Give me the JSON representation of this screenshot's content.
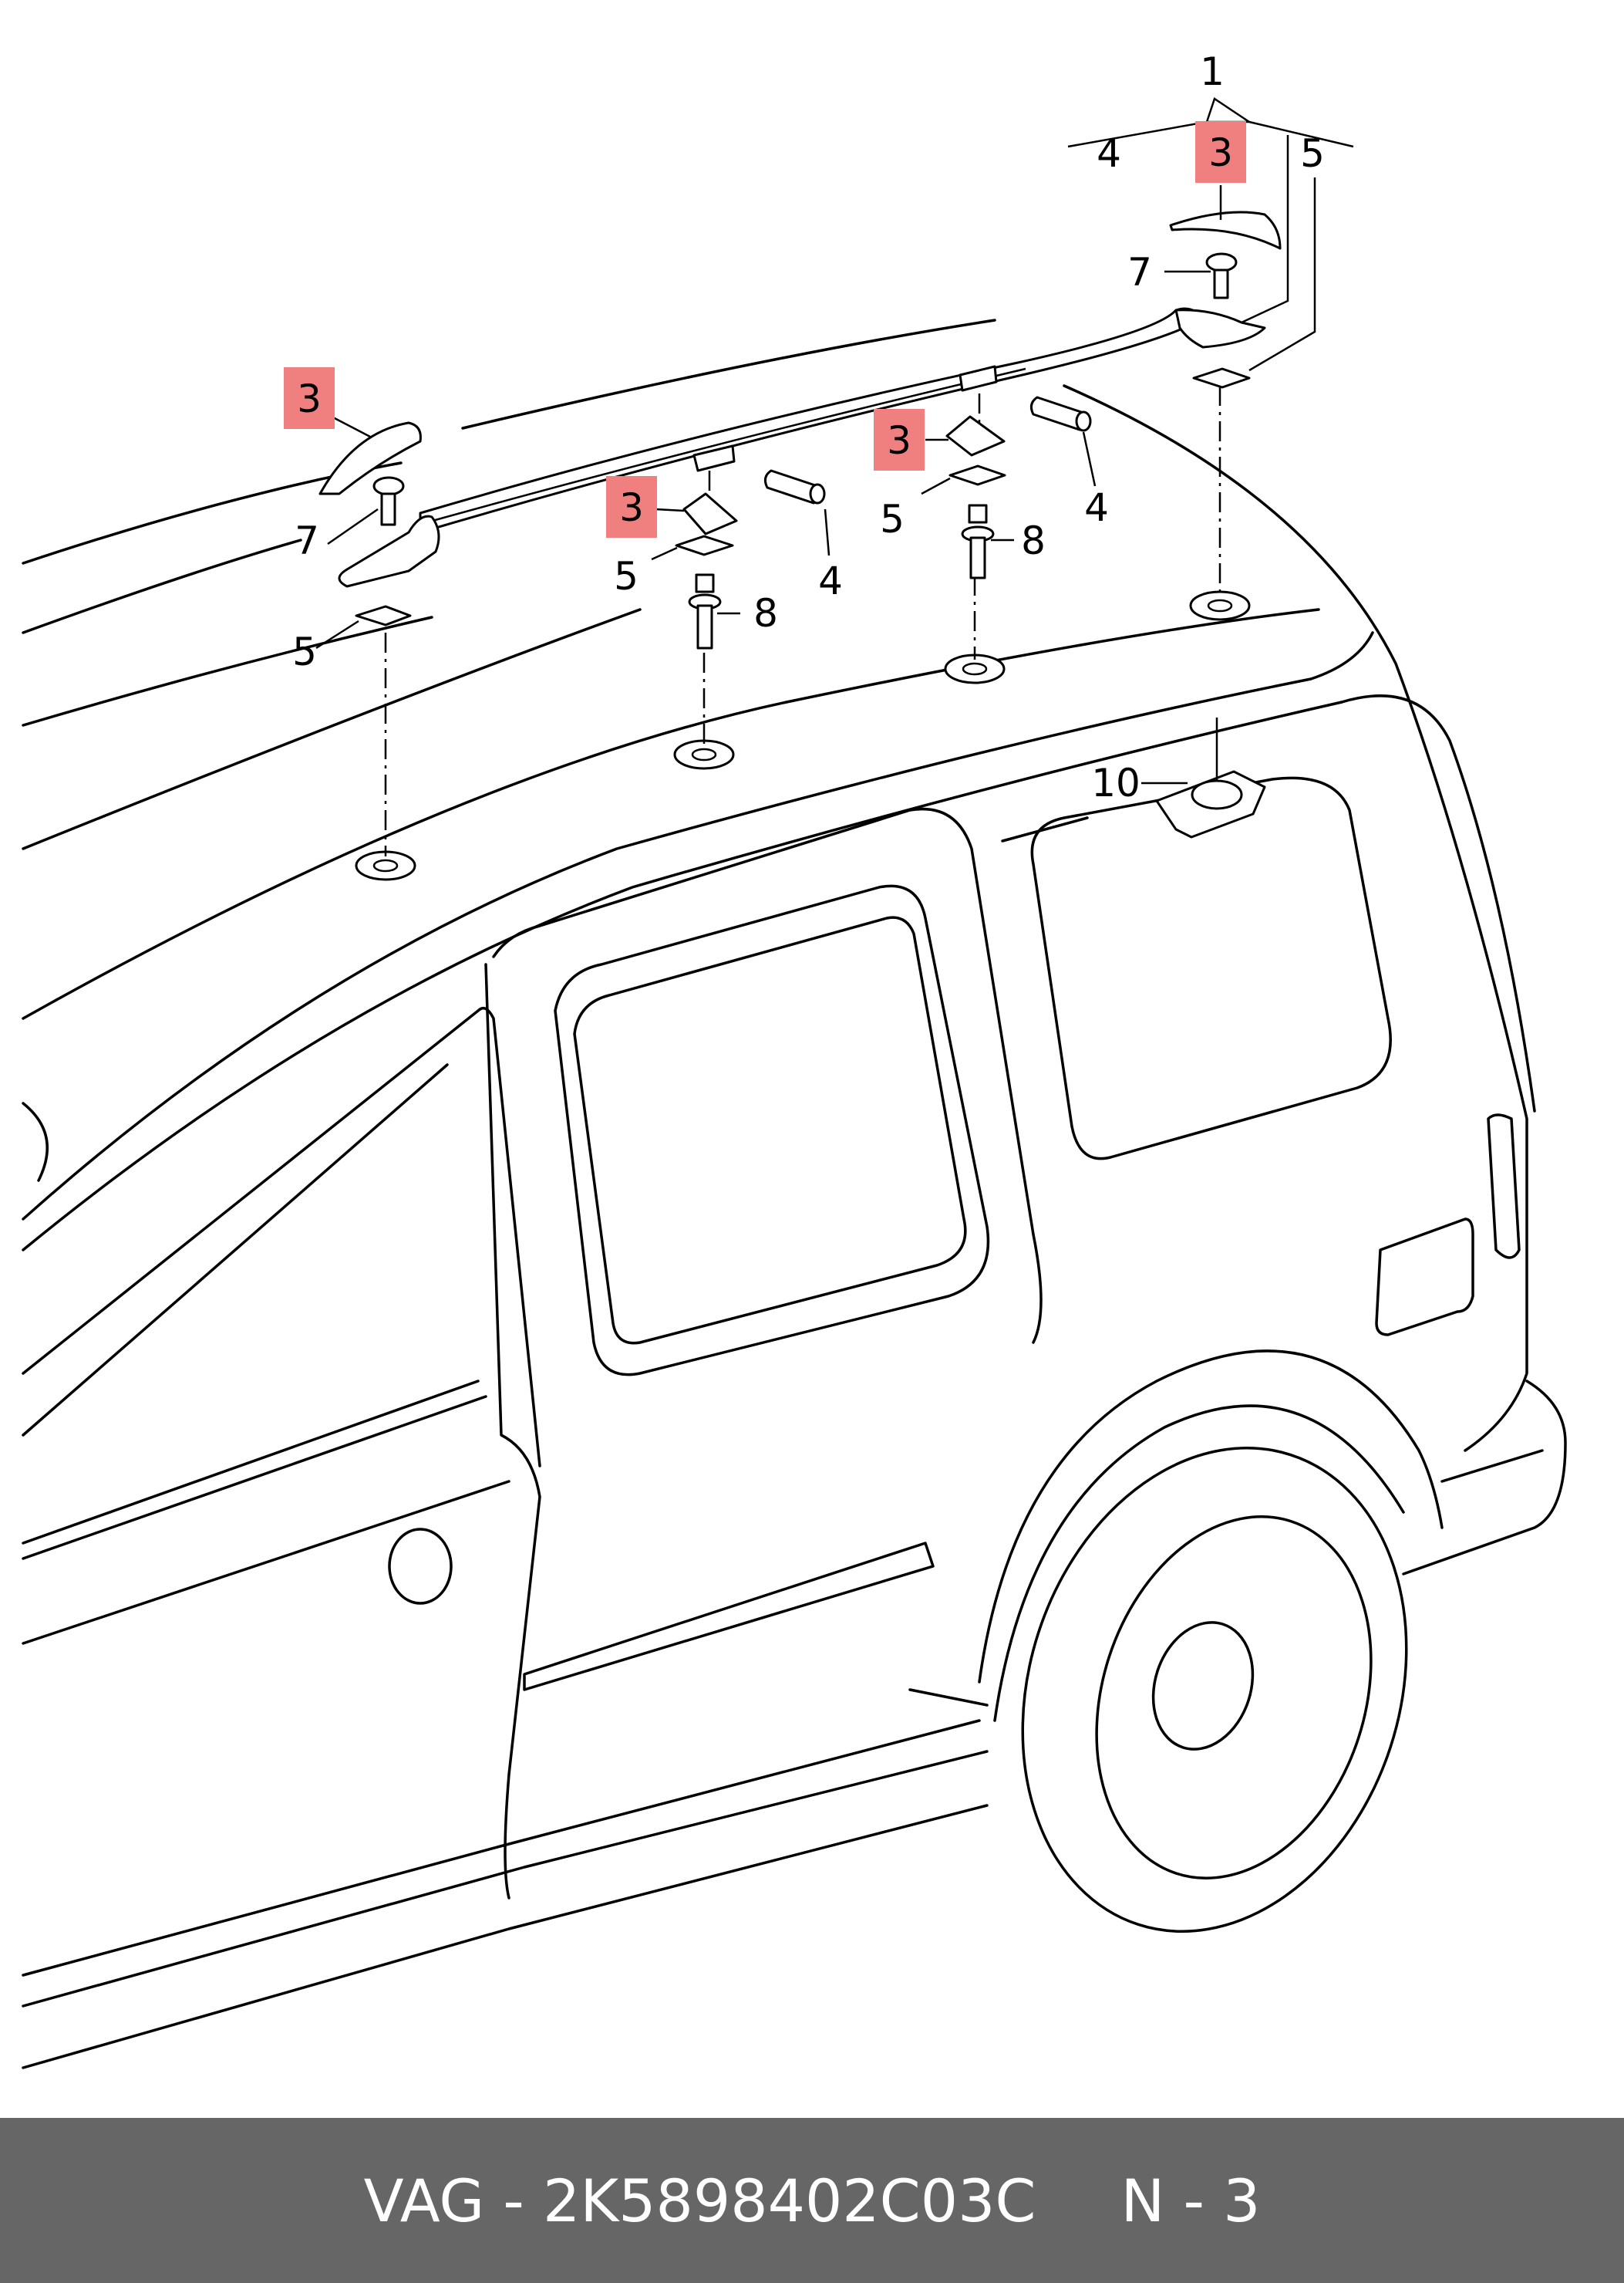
{
  "callouts": {
    "assembly": "1",
    "trim_cap_a": "3",
    "trim_cap_b": "3",
    "trim_cap_c": "3",
    "trim_cap_d": "3",
    "pin_bracket_label": "4",
    "pin_a": "4",
    "pin_b": "4",
    "seal_bracket_label": "5",
    "seal_a": "5",
    "seal_b": "5",
    "seal_c": "5",
    "screw_a": "7",
    "screw_b": "7",
    "bolt_a": "8",
    "bolt_b": "8",
    "antenna_base": "10"
  },
  "highlight_color": "#f08080",
  "footer": {
    "part_ref": "VAG - 2K5898402C03C",
    "page_ref": "N - 3"
  }
}
